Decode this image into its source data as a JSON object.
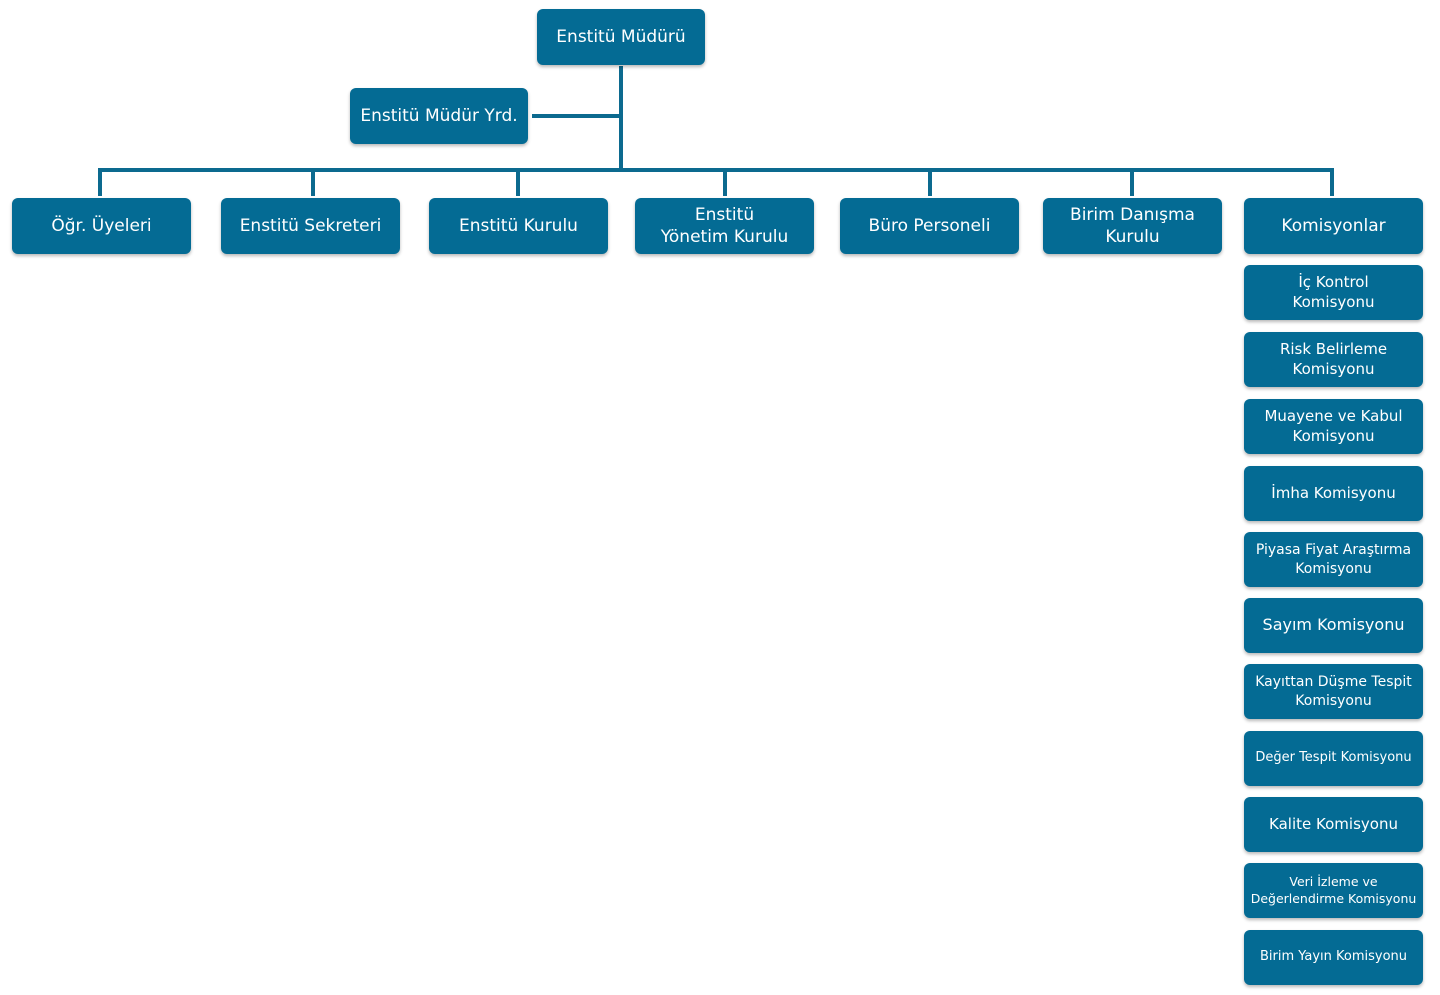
{
  "org": {
    "top": "Enstitü Müdürü",
    "deputy": "Enstitü Müdür Yrd.",
    "units": [
      "Öğr. Üyeleri",
      "Enstitü Sekreteri",
      "Enstitü Kurulu",
      "Enstitü Yönetim Kurulu",
      "Büro Personeli",
      "Birim Danışma Kurulu",
      "Komisyonlar"
    ],
    "commissions": [
      "İç Kontrol Komisyonu",
      "Risk Belirleme Komisyonu",
      "Muayene ve Kabul Komisyonu",
      "İmha Komisyonu",
      "Piyasa Fiyat Araştırma Komisyonu",
      "Sayım Komisyonu",
      "Kayıttan Düşme Tespit Komisyonu",
      "Değer Tespit Komisyonu",
      "Kalite Komisyonu",
      "Veri İzleme ve Değerlendirme Komisyonu",
      "Birim Yayın Komisyonu"
    ]
  },
  "colors": {
    "box": "#046b94",
    "connector": "#0c6a8f",
    "text": "#ffffff"
  }
}
